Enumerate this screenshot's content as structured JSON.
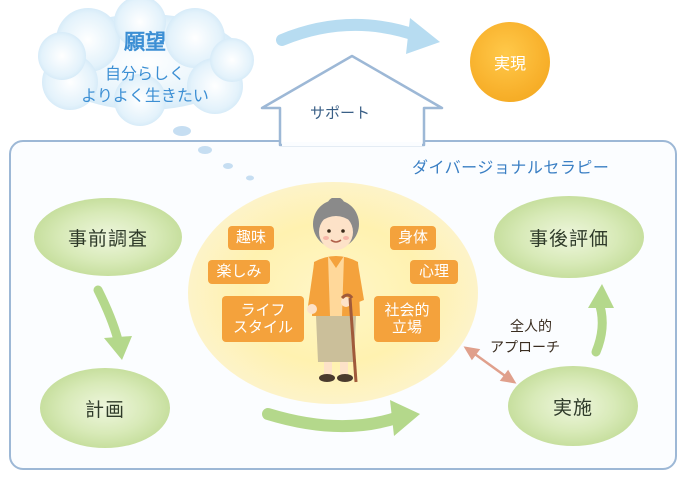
{
  "wish": {
    "title": "願望",
    "line1": "自分らしく",
    "line2": "よりよく生きたい"
  },
  "goal": "実現",
  "support_label": "サポート",
  "frame_title": "ダイバージョナルセラピー",
  "steps": {
    "pre_survey": "事前調査",
    "plan": "計画",
    "implementation": "実施",
    "post_evaluation": "事後評価"
  },
  "aspects": {
    "hobby": "趣味",
    "body": "身体",
    "fun": "楽しみ",
    "mind": "心理",
    "lifestyle_1": "ライフ",
    "lifestyle_2": "スタイル",
    "social_1": "社会的",
    "social_2": "立場"
  },
  "holistic_1": "全人的",
  "holistic_2": "アプローチ",
  "colors": {
    "frame_border": "#9db8d6",
    "cloud_text": "#3c8fd4",
    "tag_orange": "#f4a23c",
    "sun": "#f8b12c",
    "step_green": "#c4dd9a"
  }
}
